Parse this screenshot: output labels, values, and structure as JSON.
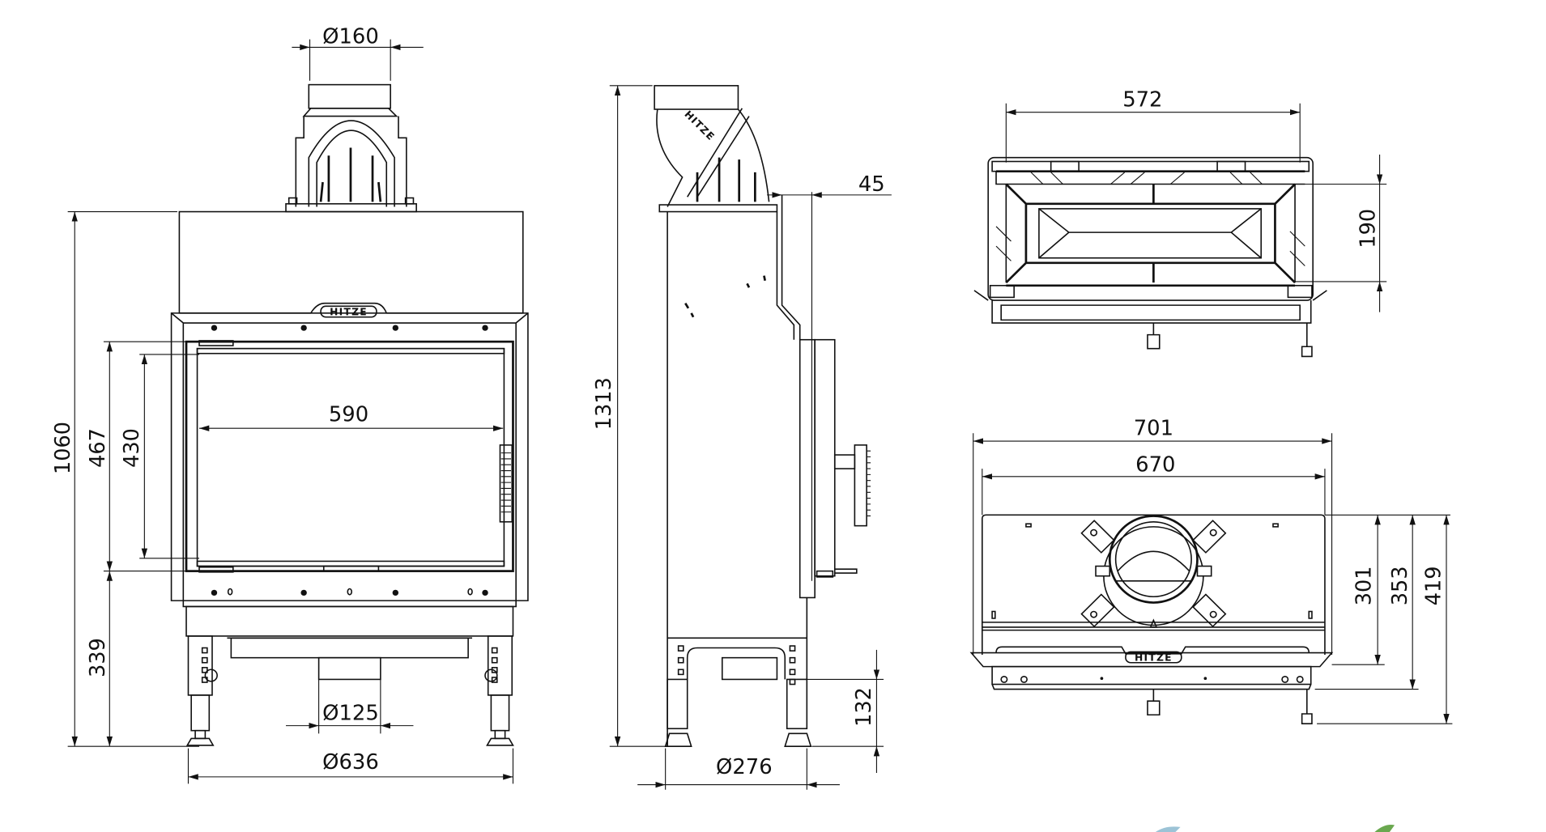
{
  "brand": "HITZE",
  "views": {
    "front": {
      "dimensions": {
        "flue_diameter": "Ø160",
        "total_height": "1060",
        "door_height": "467",
        "glass_height": "430",
        "glass_width": "590",
        "base_height": "339",
        "air_inlet_diameter": "Ø125",
        "width": "Ø636"
      }
    },
    "side": {
      "dimensions": {
        "total_height": "1313",
        "door_offset": "45",
        "inlet_height": "132",
        "depth": "Ø276"
      }
    },
    "top_section": {
      "dimensions": {
        "firebox_width": "572",
        "firebox_depth": "190"
      }
    },
    "top": {
      "dimensions": {
        "outer_width": "701",
        "body_width": "670",
        "depth_301": "301",
        "depth_353": "353",
        "depth_419": "419"
      }
    }
  },
  "colors": {
    "line": "#111111",
    "background": "#ffffff",
    "accent_green": "#6aa84f"
  }
}
